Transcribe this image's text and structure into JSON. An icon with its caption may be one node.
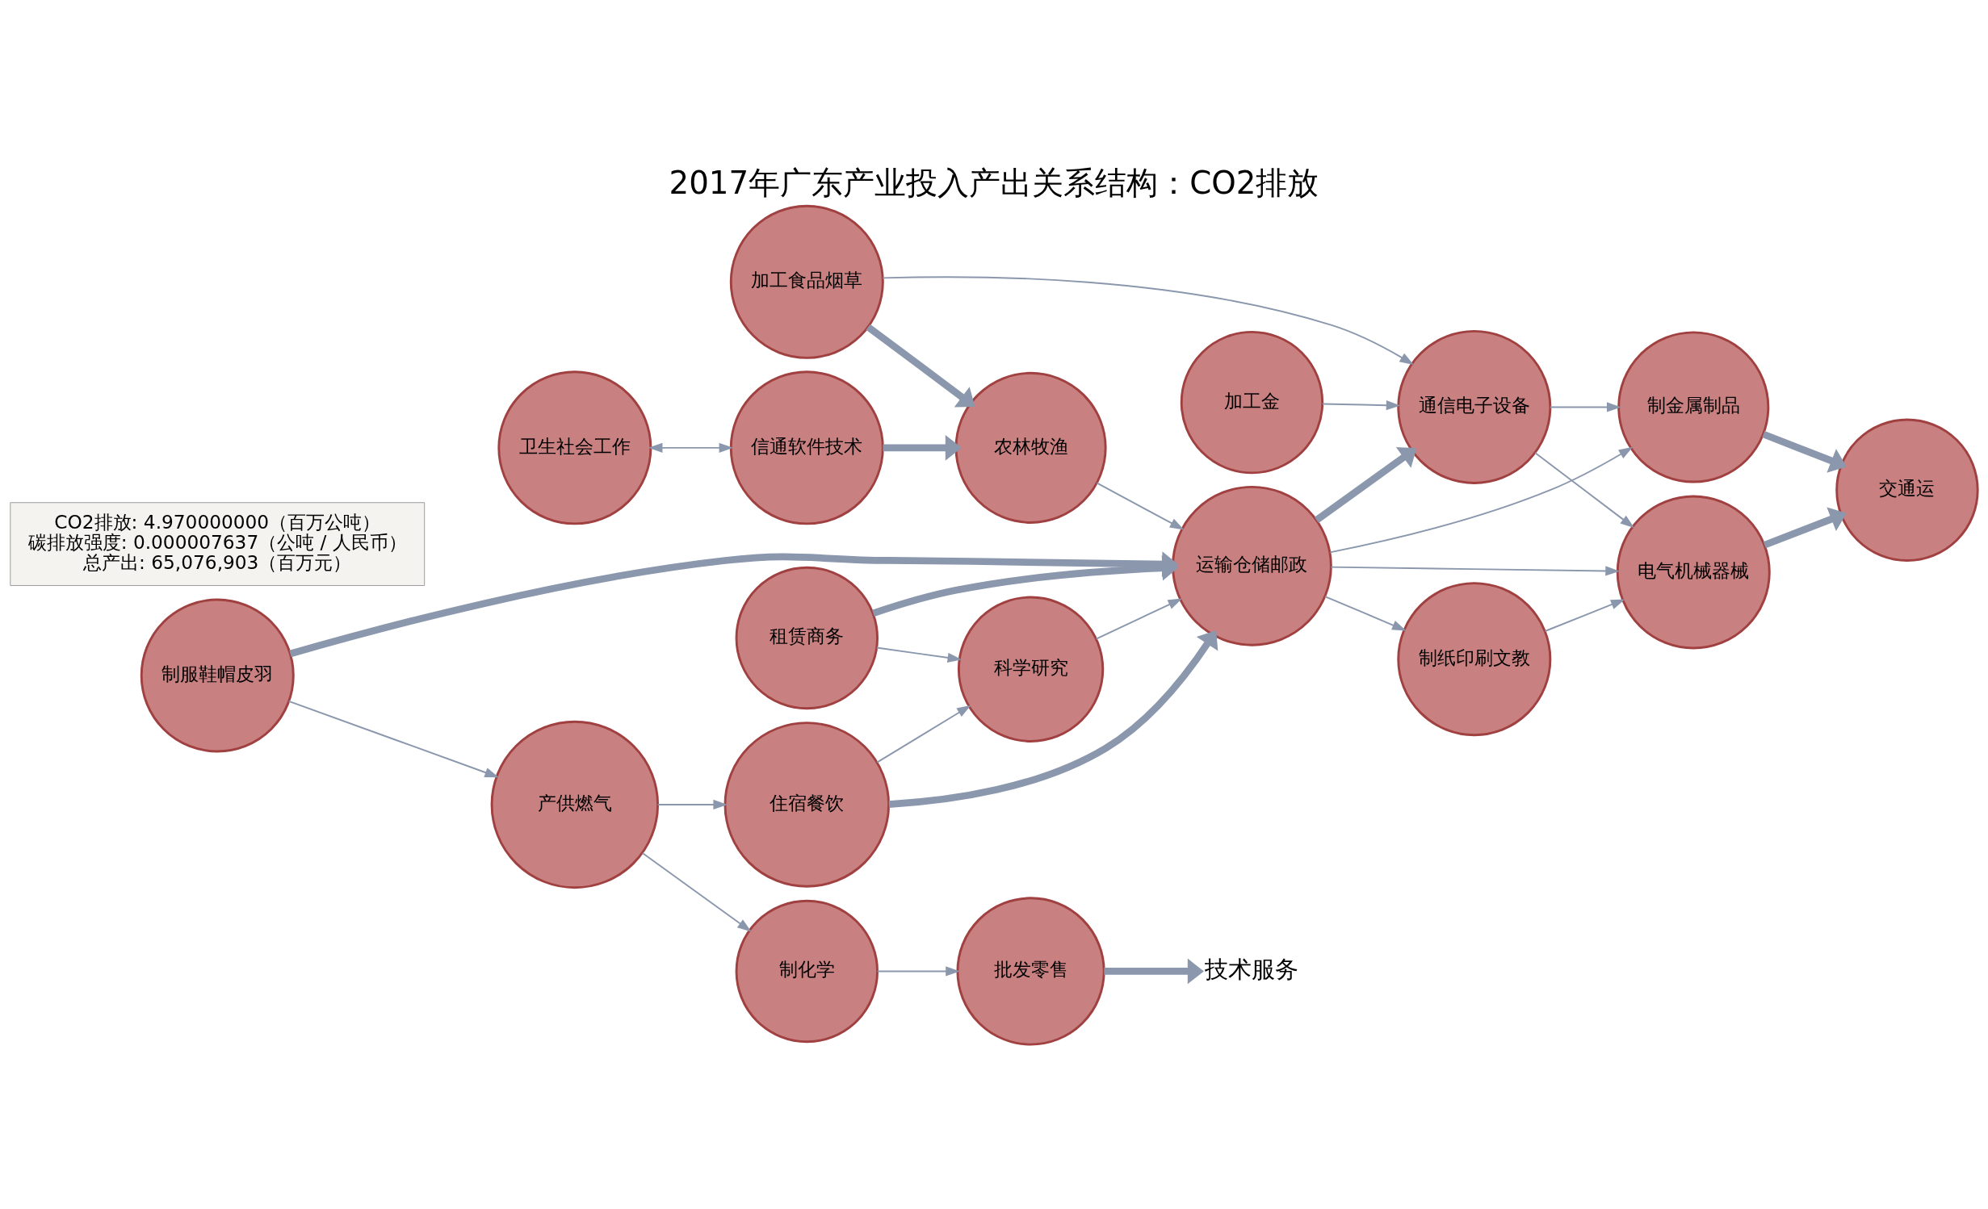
{
  "diagram": {
    "title": "2017年广东产业投入产出关系结构：CO2排放",
    "nodes": [
      {
        "text": [
          "租赁商务"
        ]
      },
      {
        "text": [
          "信通软件技术"
        ]
      },
      {
        "text": [
          "科学研究"
        ]
      },
      {
        "text": [
          "技术服务"
        ]
      },
      {
        "text": [
          "制纸印刷文教"
        ]
      },
      {
        "text": [
          "电气机械器械"
        ]
      },
      {
        "text": [
          "交通运"
        ]
      },
      {
        "text": [
          "卫生社会工作"
        ]
      },
      {
        "text": [
          "住宿餐饮"
        ]
      },
      {
        "text": [
          "加工食品烟草"
        ]
      },
      {
        "text": [
          "加工金"
        ]
      },
      {
        "text": [
          "CO2排放: 4.970000000（百万公吨）",
          "碳排放强度: 0.000007637（公吨 / 人民币）",
          "总产出: 65,076,903（百万元）"
        ]
      },
      {
        "text": [
          "运输仓储邮政"
        ]
      },
      {
        "text": [
          "通信电子设备"
        ]
      },
      {
        "text": [
          "农林牧渔"
        ]
      },
      {
        "text": [
          "制化学"
        ]
      },
      {
        "text": [
          "制服鞋帽皮羽"
        ]
      },
      {
        "text": [
          "产供燃气"
        ]
      },
      {
        "text": [
          "批发零售"
        ]
      },
      {
        "text": [
          "制金属制品"
        ]
      }
    ],
    "edges": [
      {
        "from": 1,
        "to": 14,
        "arrow": "to",
        "style": "thick"
      },
      {
        "from": 9,
        "to": 14,
        "arrow": "to",
        "style": "thick"
      },
      {
        "from": 9,
        "to": 13,
        "arrow": "to"
      },
      {
        "from": 14,
        "to": 12,
        "arrow": "to"
      },
      {
        "from": 16,
        "to": 12,
        "arrow": "to",
        "style": "thick"
      },
      {
        "from": 0,
        "to": 12,
        "arrow": "to",
        "style": "thick"
      },
      {
        "from": 8,
        "to": 2,
        "arrow": "to"
      },
      {
        "from": 17,
        "to": 8,
        "arrow": "to"
      },
      {
        "from": 12,
        "to": 5,
        "arrow": "to"
      },
      {
        "from": 13,
        "to": 5,
        "arrow": "to"
      },
      {
        "from": 19,
        "to": 6,
        "arrow": "to",
        "style": "thick"
      },
      {
        "from": 18,
        "to": 3,
        "arrow": "to",
        "style": "thick"
      },
      {
        "from": 7,
        "to": 1,
        "arrow": "both"
      },
      {
        "from": 5,
        "to": 6,
        "arrow": "to",
        "style": "thick"
      },
      {
        "from": 4,
        "to": 5,
        "arrow": "to"
      },
      {
        "from": 12,
        "to": 13,
        "arrow": "to",
        "style": "thick"
      },
      {
        "from": 15,
        "to": 18,
        "arrow": "to"
      },
      {
        "from": 12,
        "to": 19,
        "arrow": "to"
      },
      {
        "from": 10,
        "to": 13,
        "arrow": "to"
      },
      {
        "from": 8,
        "to": 12,
        "arrow": "to",
        "style": "thick"
      },
      {
        "from": 2,
        "to": 12,
        "arrow": "to"
      },
      {
        "from": 17,
        "to": 15,
        "arrow": "to"
      },
      {
        "from": 16,
        "to": 17,
        "arrow": "to"
      },
      {
        "from": 13,
        "to": 19,
        "arrow": "to"
      },
      {
        "from": 0,
        "to": 2,
        "arrow": "to"
      },
      {
        "from": 12,
        "to": 4,
        "arrow": "to"
      }
    ]
  }
}
